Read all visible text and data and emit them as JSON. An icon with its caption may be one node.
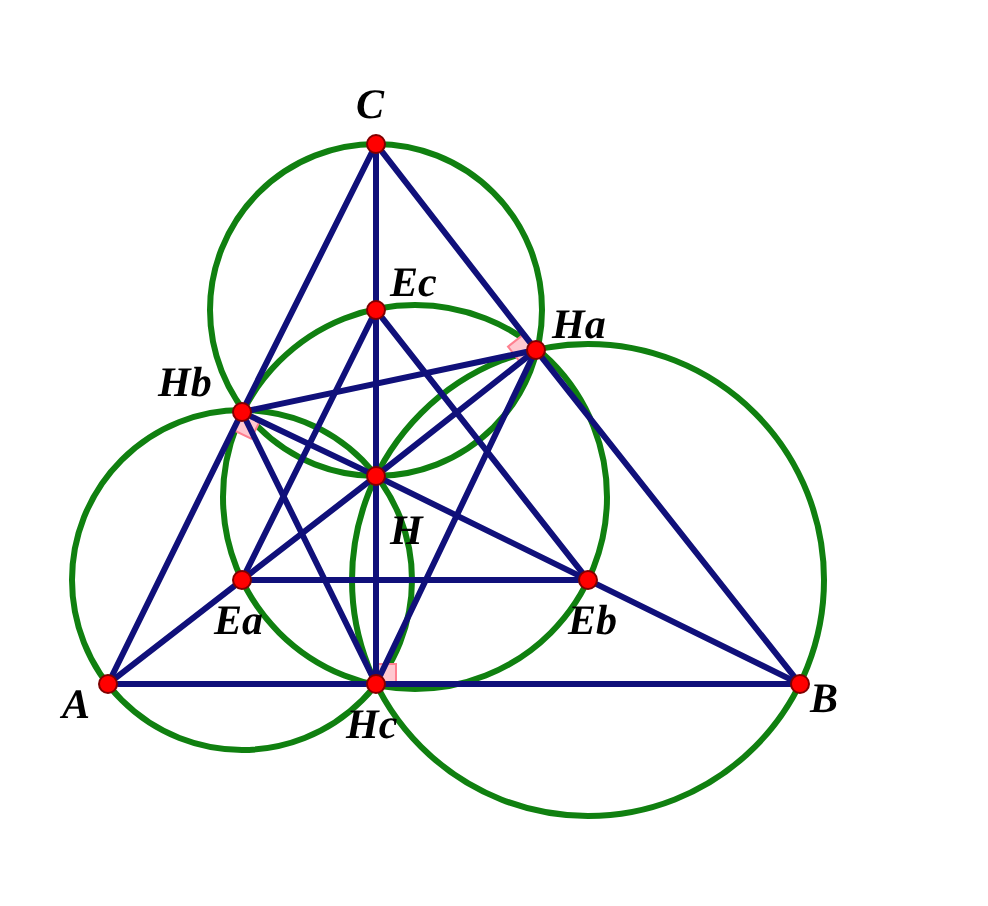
{
  "diagram": {
    "nodes": [
      {
        "text": [
          "C"
        ]
      },
      {
        "text": [
          "Ec"
        ]
      },
      {
        "text": [
          "Ha"
        ]
      },
      {
        "text": [
          "Hb"
        ]
      },
      {
        "text": [
          "H"
        ]
      },
      {
        "text": [
          "Ea"
        ]
      },
      {
        "text": [
          "Eb"
        ]
      },
      {
        "text": [
          "A"
        ]
      },
      {
        "text": [
          "Hc"
        ]
      },
      {
        "text": [
          "B"
        ]
      }
    ],
    "edges": [
      {
        "from": 7,
        "to": 3,
        "arrow": "none"
      },
      {
        "from": 3,
        "to": 0,
        "arrow": "none"
      },
      {
        "from": 0,
        "to": 2,
        "arrow": "none"
      },
      {
        "from": 2,
        "to": 9,
        "arrow": "none"
      },
      {
        "from": 7,
        "to": 8,
        "arrow": "none"
      },
      {
        "from": 8,
        "to": 9,
        "arrow": "none"
      },
      {
        "from": 0,
        "to": 1,
        "arrow": "none"
      },
      {
        "from": 1,
        "to": 4,
        "arrow": "none"
      },
      {
        "from": 4,
        "to": 8,
        "arrow": "none"
      },
      {
        "from": 7,
        "to": 5,
        "arrow": "none"
      },
      {
        "from": 5,
        "to": 4,
        "arrow": "none"
      },
      {
        "from": 4,
        "to": 2,
        "arrow": "none"
      },
      {
        "from": 9,
        "to": 6,
        "arrow": "none"
      },
      {
        "from": 6,
        "to": 4,
        "arrow": "none"
      },
      {
        "from": 4,
        "to": 3,
        "arrow": "none"
      },
      {
        "from": 3,
        "to": 2,
        "arrow": "none"
      },
      {
        "from": 3,
        "to": 8,
        "arrow": "none"
      },
      {
        "from": 2,
        "to": 8,
        "arrow": "none"
      },
      {
        "from": 1,
        "to": 5,
        "arrow": "none"
      },
      {
        "from": 1,
        "to": 6,
        "arrow": "none"
      },
      {
        "from": 5,
        "to": 6,
        "arrow": "none"
      }
    ]
  }
}
